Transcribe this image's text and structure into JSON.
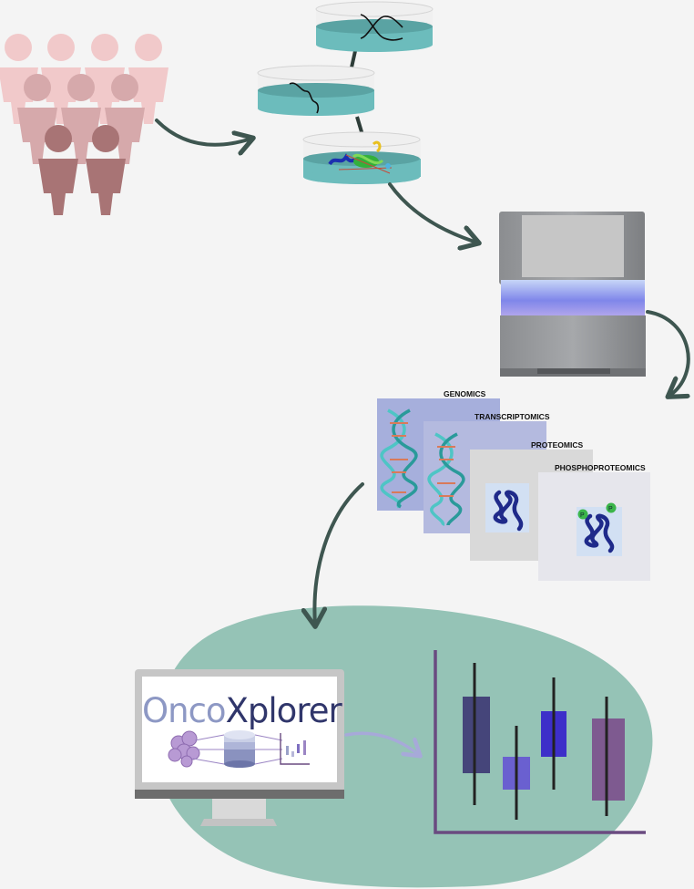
{
  "brand": {
    "part1": "Onco",
    "part2": "Xplorer"
  },
  "omics_layers": [
    {
      "label": "GENOMICS",
      "panel_color": "#a6afdc"
    },
    {
      "label": "TRANSCRIPTOMICS",
      "panel_color": "#b4badf"
    },
    {
      "label": "PROTEOMICS",
      "panel_color": "#d9d9d9"
    },
    {
      "label": "PHOSPHOPROTEOMICS",
      "panel_color": "#e6e6ec"
    }
  ],
  "colors": {
    "background": "#f4f4f4",
    "blob": "#95c3b6",
    "arrow": "#3e5650",
    "dish": "#6cbcbc",
    "people_light": "#f1c9ca",
    "people_mid": "#d6a9ab",
    "people_dark": "#a87475",
    "axis": "#6a4b80"
  },
  "icons": [
    "person-icon",
    "petri-dish-icon",
    "dna-icon",
    "protein-icon",
    "sequencer-icon",
    "monitor-icon",
    "database-icon",
    "cell-cluster-icon"
  ]
}
